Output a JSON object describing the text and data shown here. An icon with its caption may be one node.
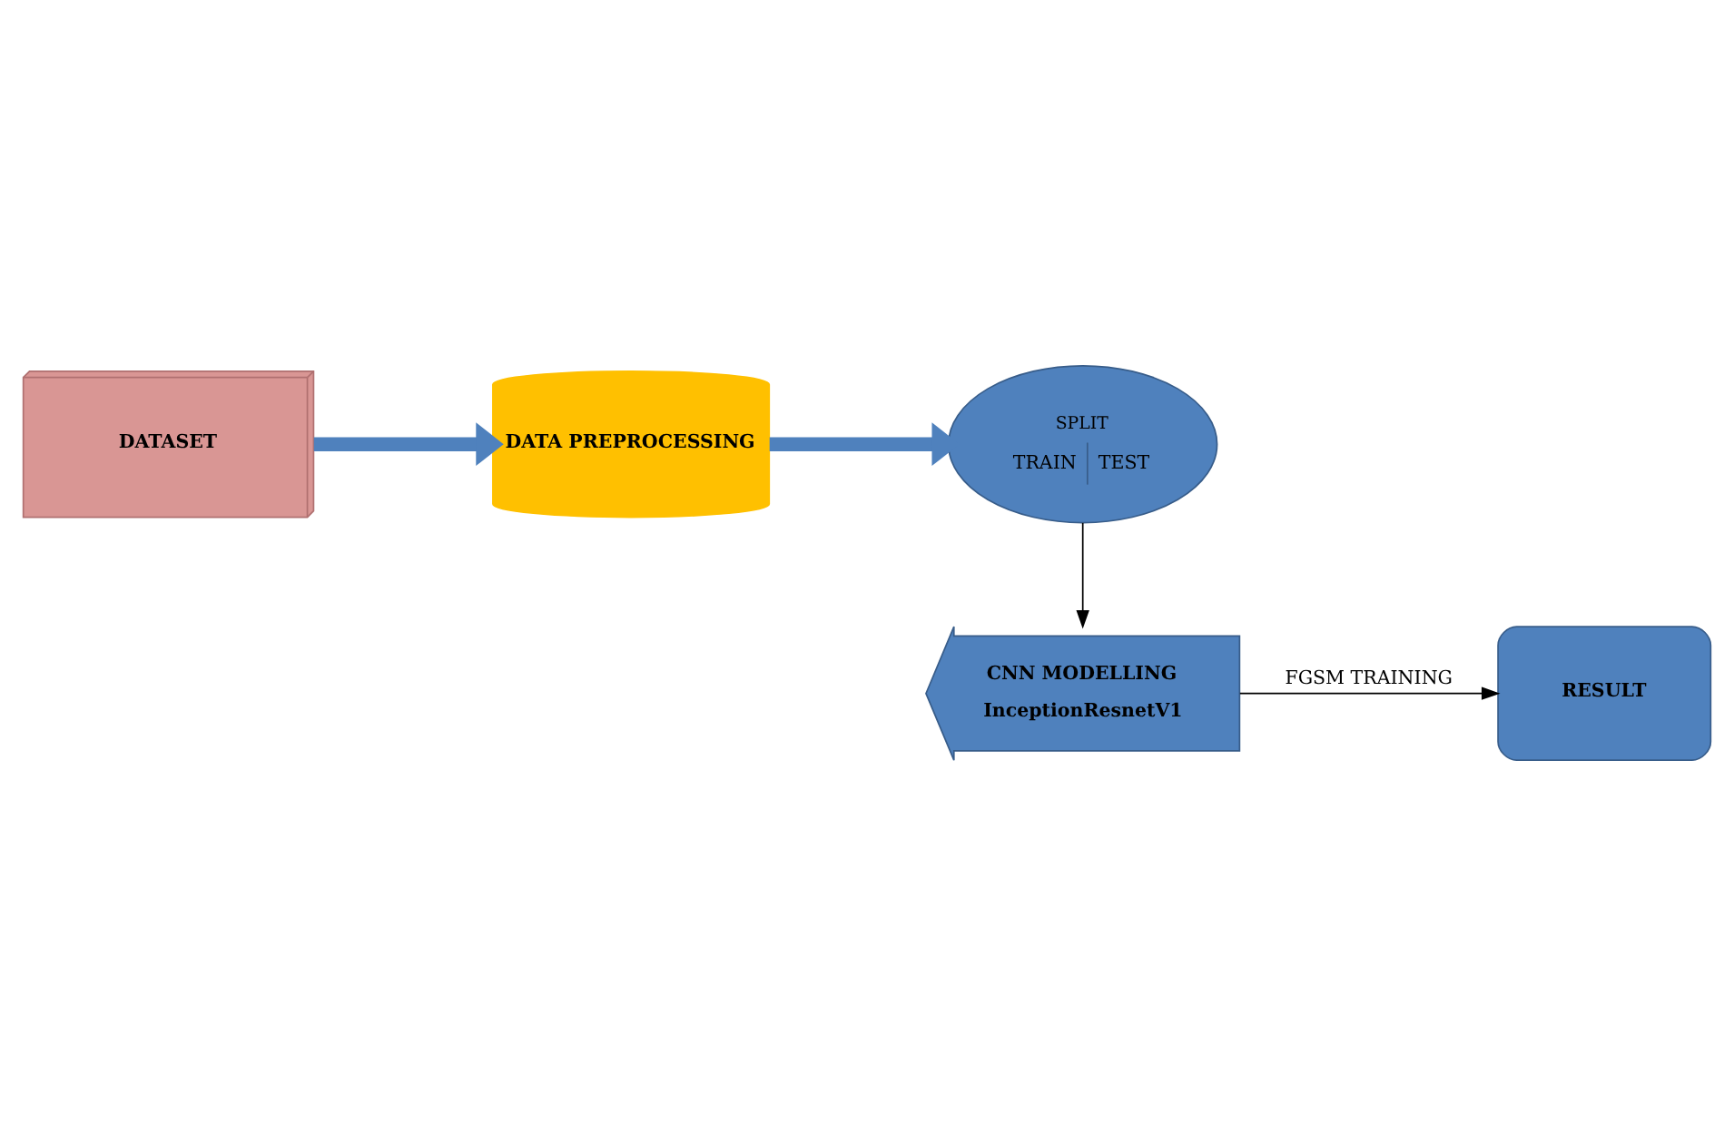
{
  "diagram": {
    "nodes": [
      {
        "text": [
          "DATASET"
        ]
      },
      {
        "text": [
          "DATA PREPROCESSING"
        ]
      },
      {
        "text": [
          "SPLIT",
          "TRAIN",
          "TEST"
        ]
      },
      {
        "text": [
          "CNN MODELLING",
          "InceptionResnetV1"
        ]
      },
      {
        "text": [
          "RESULT"
        ]
      }
    ],
    "edges": [
      {
        "from": 0,
        "to": 1,
        "arrow": "to",
        "style": "thick",
        "color": "#4f81bd"
      },
      {
        "from": 1,
        "to": 2,
        "arrow": "to",
        "style": "thick",
        "color": "#4f81bd"
      },
      {
        "from": 2,
        "to": 3,
        "arrow": "to",
        "color": "#000000"
      },
      {
        "from": 3,
        "to": 4,
        "arrow": "to",
        "label": "FGSM TRAINING",
        "color": "#000000"
      }
    ]
  }
}
